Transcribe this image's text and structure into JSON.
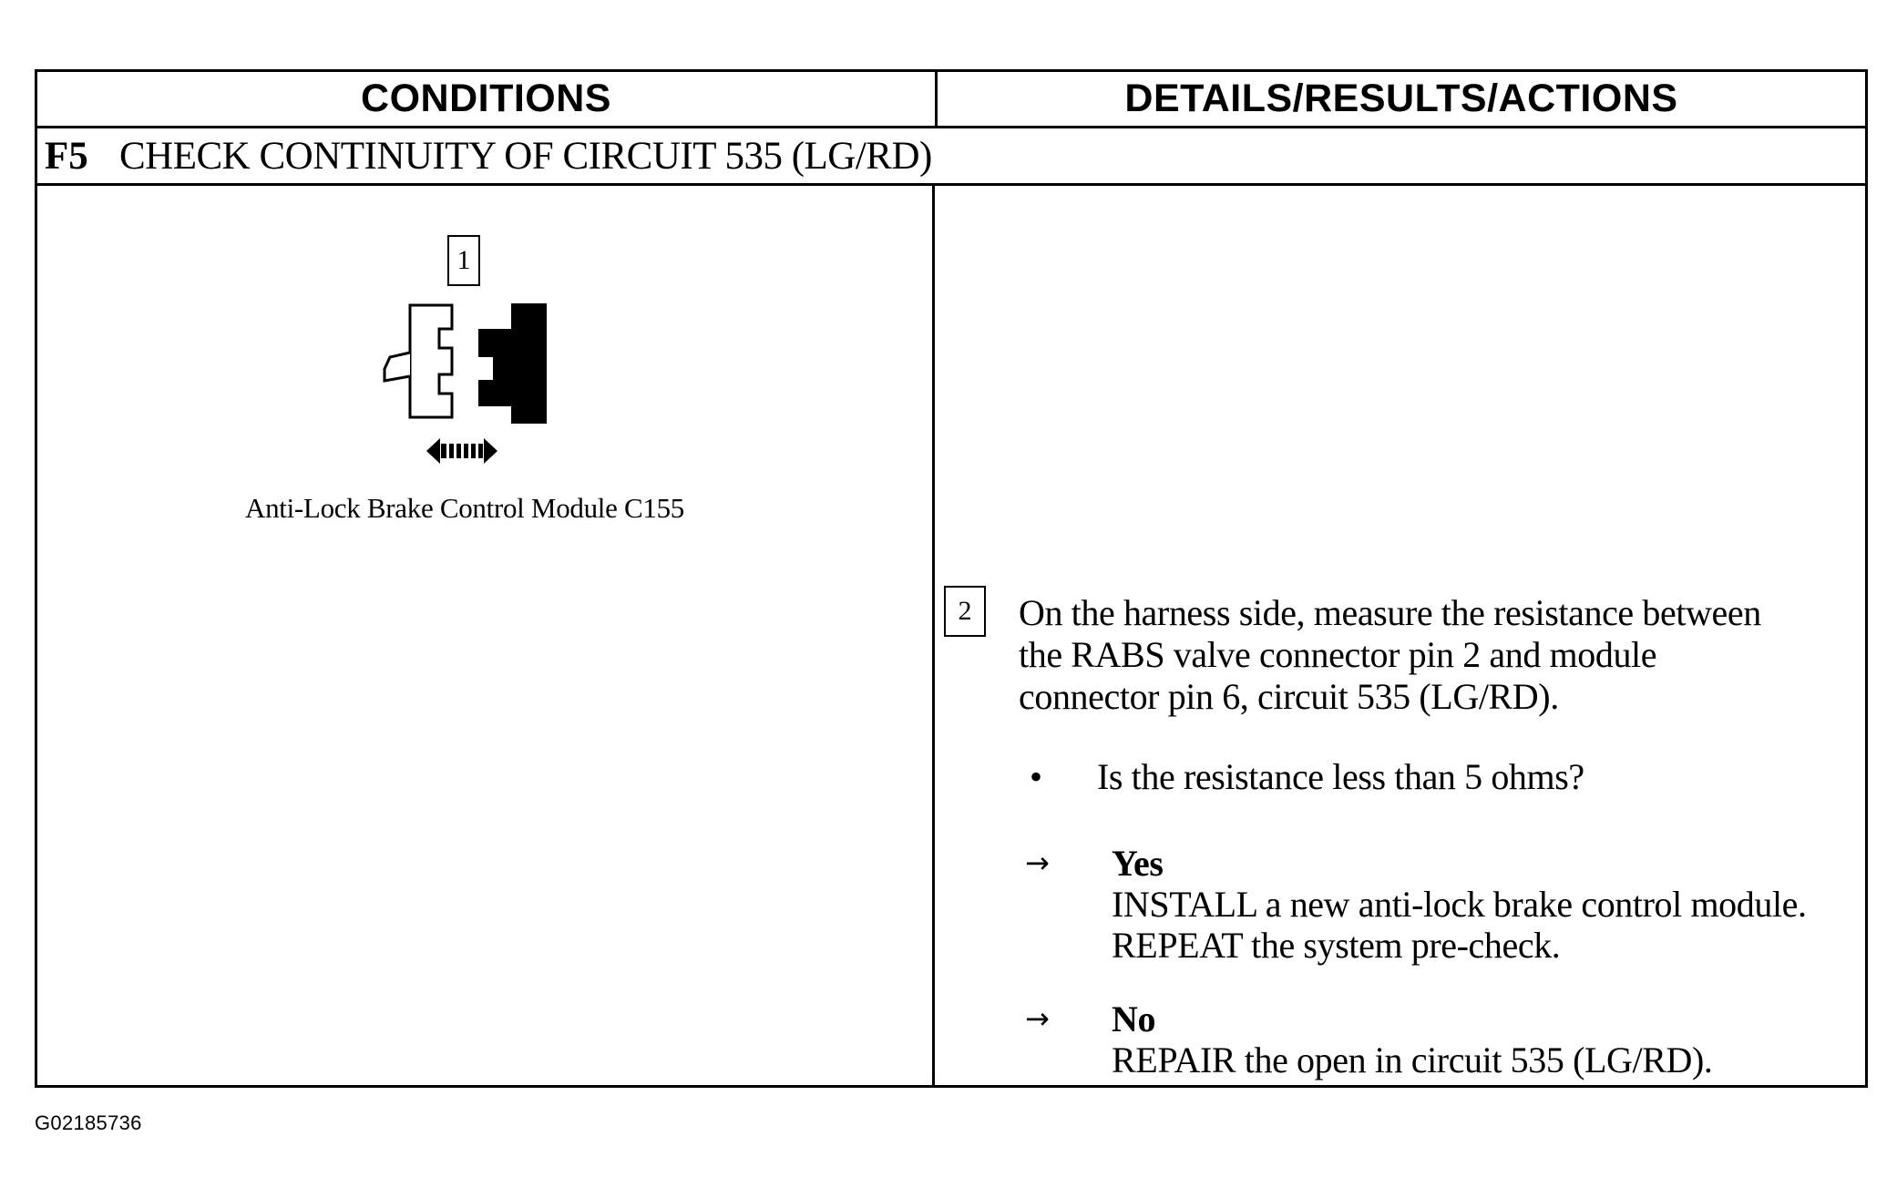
{
  "header": {
    "conditions": "CONDITIONS",
    "details": "DETAILS/RESULTS/ACTIONS"
  },
  "step": {
    "id": "F5",
    "title": "CHECK CONTINUITY OF CIRCUIT 535 (LG/RD)"
  },
  "conditions": {
    "callout": "1",
    "figure_icon": "connector-disconnect-icon",
    "caption": "Anti-Lock Brake Control Module C155"
  },
  "details": {
    "callout": "2",
    "instruction": "On the harness side, measure the resistance between the RABS valve connector pin 2 and module connector pin 6, circuit 535 (LG/RD).",
    "bullet": "•",
    "question": "Is the resistance less than 5 ohms?",
    "arrow": "→",
    "answers": [
      {
        "label": "Yes",
        "action": "INSTALL a new anti-lock brake control module. REPEAT the system pre-check."
      },
      {
        "label": "No",
        "action": "REPAIR the open in circuit 535 (LG/RD)."
      }
    ]
  },
  "figure_id": "G02185736"
}
